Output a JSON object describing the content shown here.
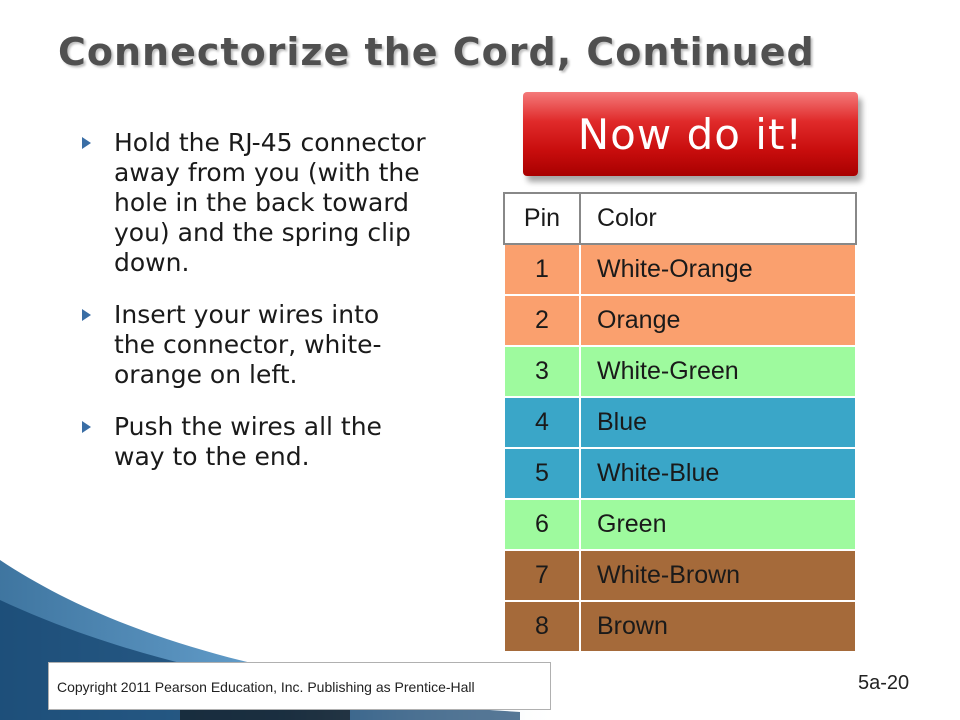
{
  "slide": {
    "title": "Connectorize the Cord, Continued",
    "bullets": [
      "Hold the RJ-45 connector away from you (with the hole in the back toward you) and the spring clip down.",
      "Insert your wires into the connector, white-orange on left.",
      "Push the wires all the way to the end."
    ],
    "action_button": "Now do it!",
    "footer_copyright": "Copyright 2011 Pearson Education, Inc. Publishing as Prentice-Hall",
    "slide_number": "5a-20"
  },
  "pin_table": {
    "headers": [
      "Pin",
      "Color"
    ],
    "rows": [
      {
        "pin": "1",
        "color": "White-Orange",
        "fill": "#FAA06E"
      },
      {
        "pin": "2",
        "color": "Orange",
        "fill": "#FAA06E"
      },
      {
        "pin": "3",
        "color": "White-Green",
        "fill": "#9EFA9E"
      },
      {
        "pin": "4",
        "color": "Blue",
        "fill": "#3AA6C8"
      },
      {
        "pin": "5",
        "color": "White-Blue",
        "fill": "#3AA6C8"
      },
      {
        "pin": "6",
        "color": "Green",
        "fill": "#9EFA9E"
      },
      {
        "pin": "7",
        "color": "White-Brown",
        "fill": "#A56A3A"
      },
      {
        "pin": "8",
        "color": "Brown",
        "fill": "#A56A3A"
      }
    ]
  },
  "colors": {
    "button_red": "#D81818",
    "bullet_arrow": "#3A6EA5",
    "swoosh_blue": "#2E6FA3"
  }
}
